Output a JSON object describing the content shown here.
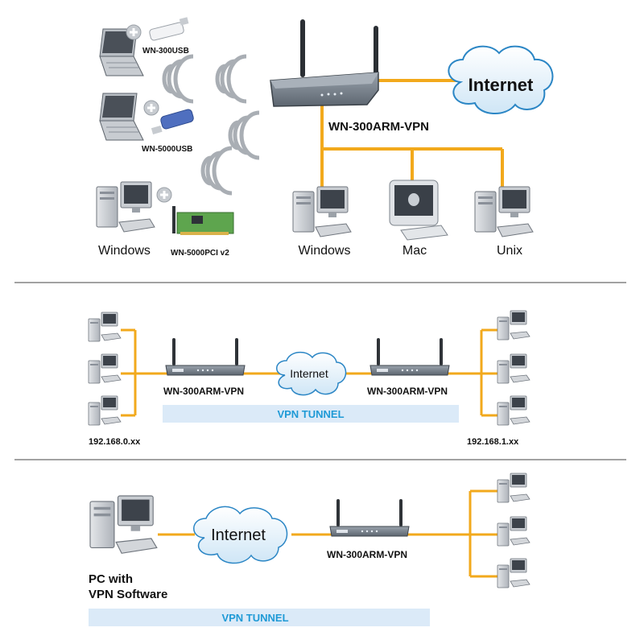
{
  "section1": {
    "laptop1_label": "WN-300USB",
    "laptop2_label": "WN-5000USB",
    "pci_label": "WN-5000PCI v2",
    "wireless_pc_label": "Windows",
    "router_label": "WN-300ARM-VPN",
    "internet_label": "Internet",
    "wired_labels": [
      "Windows",
      "Mac",
      "Unix"
    ]
  },
  "section2": {
    "left_router_label": "WN-300ARM-VPN",
    "right_router_label": "WN-300ARM-VPN",
    "internet_label": "Internet",
    "tunnel_label": "VPN TUNNEL",
    "left_subnet": "192.168.0.xx",
    "right_subnet": "192.168.1.xx"
  },
  "section3": {
    "internet_label": "Internet",
    "router_label": "WN-300ARM-VPN",
    "pc_label_line1": "PC with",
    "pc_label_line2": "VPN Software",
    "tunnel_label": "VPN TUNNEL"
  },
  "colors": {
    "cable": "#f2a91c",
    "tunnel": "#dbeaf8",
    "tunnel_text": "#1f9ad6",
    "cloud_fill": "#eaf5fc",
    "cloud_stroke": "#2b86c5",
    "device": "#7d8590"
  }
}
